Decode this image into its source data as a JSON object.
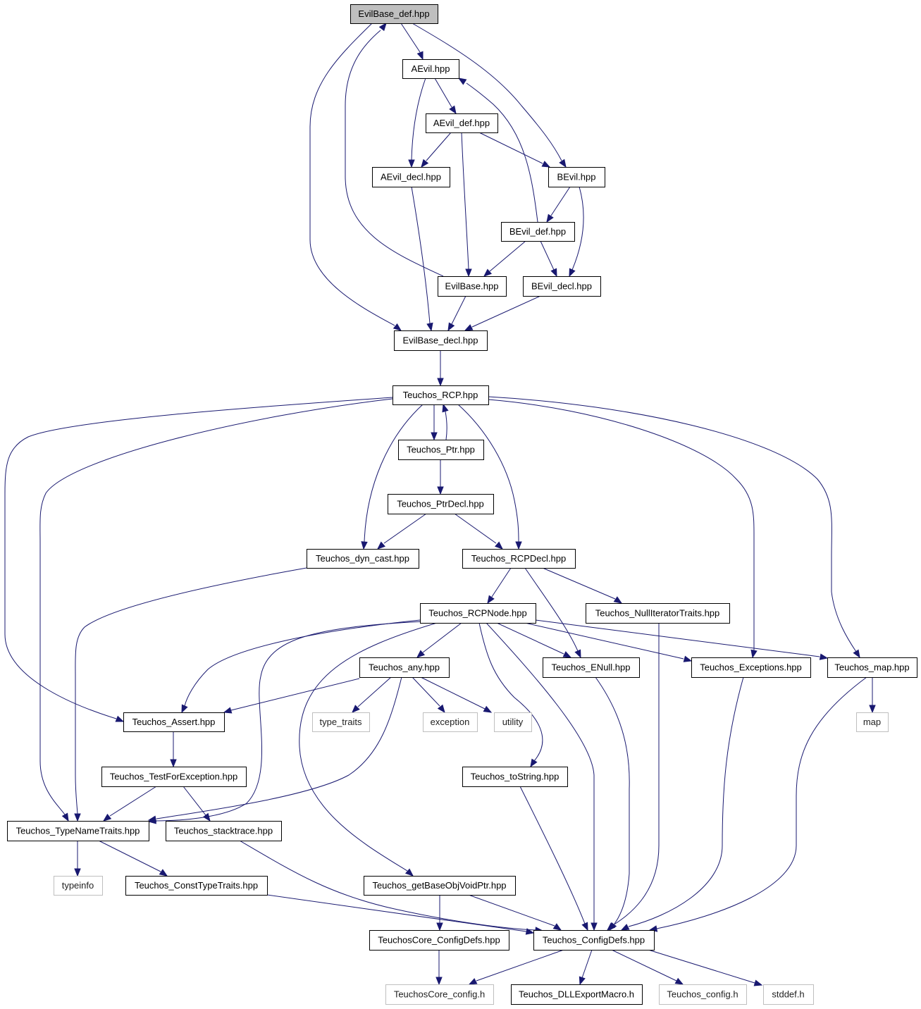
{
  "nodes": [
    {
      "id": "EvilBase_def.hpp",
      "label": "EvilBase_def.hpp",
      "style": "root"
    },
    {
      "id": "AEvil.hpp",
      "label": "AEvil.hpp",
      "style": "normal"
    },
    {
      "id": "AEvil_def.hpp",
      "label": "AEvil_def.hpp",
      "style": "normal"
    },
    {
      "id": "AEvil_decl.hpp",
      "label": "AEvil_decl.hpp",
      "style": "normal"
    },
    {
      "id": "BEvil.hpp",
      "label": "BEvil.hpp",
      "style": "normal"
    },
    {
      "id": "BEvil_def.hpp",
      "label": "BEvil_def.hpp",
      "style": "normal"
    },
    {
      "id": "EvilBase.hpp",
      "label": "EvilBase.hpp",
      "style": "normal"
    },
    {
      "id": "BEvil_decl.hpp",
      "label": "BEvil_decl.hpp",
      "style": "normal"
    },
    {
      "id": "EvilBase_decl.hpp",
      "label": "EvilBase_decl.hpp",
      "style": "normal"
    },
    {
      "id": "Teuchos_RCP.hpp",
      "label": "Teuchos_RCP.hpp",
      "style": "normal"
    },
    {
      "id": "Teuchos_Ptr.hpp",
      "label": "Teuchos_Ptr.hpp",
      "style": "normal"
    },
    {
      "id": "Teuchos_PtrDecl.hpp",
      "label": "Teuchos_PtrDecl.hpp",
      "style": "normal"
    },
    {
      "id": "Teuchos_dyn_cast.hpp",
      "label": "Teuchos_dyn_cast.hpp",
      "style": "normal"
    },
    {
      "id": "Teuchos_RCPDecl.hpp",
      "label": "Teuchos_RCPDecl.hpp",
      "style": "normal"
    },
    {
      "id": "Teuchos_RCPNode.hpp",
      "label": "Teuchos_RCPNode.hpp",
      "style": "normal"
    },
    {
      "id": "Teuchos_NullIteratorTraits.hpp",
      "label": "Teuchos_NullIteratorTraits.hpp",
      "style": "normal"
    },
    {
      "id": "Teuchos_any.hpp",
      "label": "Teuchos_any.hpp",
      "style": "normal"
    },
    {
      "id": "Teuchos_ENull.hpp",
      "label": "Teuchos_ENull.hpp",
      "style": "normal"
    },
    {
      "id": "Teuchos_Exceptions.hpp",
      "label": "Teuchos_Exceptions.hpp",
      "style": "normal"
    },
    {
      "id": "Teuchos_map.hpp",
      "label": "Teuchos_map.hpp",
      "style": "normal"
    },
    {
      "id": "Teuchos_Assert.hpp",
      "label": "Teuchos_Assert.hpp",
      "style": "normal"
    },
    {
      "id": "type_traits",
      "label": "type_traits",
      "style": "external"
    },
    {
      "id": "exception",
      "label": "exception",
      "style": "external"
    },
    {
      "id": "utility",
      "label": "utility",
      "style": "external"
    },
    {
      "id": "map",
      "label": "map",
      "style": "external"
    },
    {
      "id": "Teuchos_TestForException.hpp",
      "label": "Teuchos_TestForException.hpp",
      "style": "normal"
    },
    {
      "id": "Teuchos_toString.hpp",
      "label": "Teuchos_toString.hpp",
      "style": "normal"
    },
    {
      "id": "Teuchos_TypeNameTraits.hpp",
      "label": "Teuchos_TypeNameTraits.hpp",
      "style": "normal"
    },
    {
      "id": "Teuchos_stacktrace.hpp",
      "label": "Teuchos_stacktrace.hpp",
      "style": "normal"
    },
    {
      "id": "typeinfo",
      "label": "typeinfo",
      "style": "external"
    },
    {
      "id": "Teuchos_ConstTypeTraits.hpp",
      "label": "Teuchos_ConstTypeTraits.hpp",
      "style": "normal"
    },
    {
      "id": "Teuchos_getBaseObjVoidPtr.hpp",
      "label": "Teuchos_getBaseObjVoidPtr.hpp",
      "style": "normal"
    },
    {
      "id": "TeuchosCore_ConfigDefs.hpp",
      "label": "TeuchosCore_ConfigDefs.hpp",
      "style": "normal"
    },
    {
      "id": "Teuchos_ConfigDefs.hpp",
      "label": "Teuchos_ConfigDefs.hpp",
      "style": "normal"
    },
    {
      "id": "TeuchosCore_config.h",
      "label": "TeuchosCore_config.h",
      "style": "external"
    },
    {
      "id": "Teuchos_DLLExportMacro.h",
      "label": "Teuchos_DLLExportMacro.h",
      "style": "normal"
    },
    {
      "id": "Teuchos_config.h",
      "label": "Teuchos_config.h",
      "style": "external"
    },
    {
      "id": "stddef.h",
      "label": "stddef.h",
      "style": "external"
    }
  ],
  "edges": [
    {
      "from": "EvilBase_def.hpp",
      "to": "AEvil.hpp"
    },
    {
      "from": "EvilBase_def.hpp",
      "to": "BEvil.hpp"
    },
    {
      "from": "EvilBase_def.hpp",
      "to": "EvilBase_decl.hpp"
    },
    {
      "from": "AEvil.hpp",
      "to": "AEvil_def.hpp"
    },
    {
      "from": "AEvil.hpp",
      "to": "AEvil_decl.hpp"
    },
    {
      "from": "AEvil_def.hpp",
      "to": "AEvil_decl.hpp"
    },
    {
      "from": "AEvil_def.hpp",
      "to": "BEvil.hpp"
    },
    {
      "from": "AEvil_def.hpp",
      "to": "EvilBase.hpp"
    },
    {
      "from": "AEvil_decl.hpp",
      "to": "EvilBase_decl.hpp"
    },
    {
      "from": "BEvil.hpp",
      "to": "BEvil_def.hpp"
    },
    {
      "from": "BEvil.hpp",
      "to": "BEvil_decl.hpp"
    },
    {
      "from": "BEvil_def.hpp",
      "to": "AEvil.hpp"
    },
    {
      "from": "BEvil_def.hpp",
      "to": "EvilBase.hpp"
    },
    {
      "from": "BEvil_def.hpp",
      "to": "BEvil_decl.hpp"
    },
    {
      "from": "EvilBase.hpp",
      "to": "EvilBase_def.hpp"
    },
    {
      "from": "EvilBase.hpp",
      "to": "EvilBase_decl.hpp"
    },
    {
      "from": "BEvil_decl.hpp",
      "to": "EvilBase_decl.hpp"
    },
    {
      "from": "EvilBase_decl.hpp",
      "to": "Teuchos_RCP.hpp"
    },
    {
      "from": "Teuchos_RCP.hpp",
      "to": "Teuchos_Ptr.hpp"
    },
    {
      "from": "Teuchos_RCP.hpp",
      "to": "Teuchos_dyn_cast.hpp"
    },
    {
      "from": "Teuchos_RCP.hpp",
      "to": "Teuchos_RCPDecl.hpp"
    },
    {
      "from": "Teuchos_RCP.hpp",
      "to": "Teuchos_Exceptions.hpp"
    },
    {
      "from": "Teuchos_RCP.hpp",
      "to": "Teuchos_map.hpp"
    },
    {
      "from": "Teuchos_RCP.hpp",
      "to": "Teuchos_Assert.hpp"
    },
    {
      "from": "Teuchos_RCP.hpp",
      "to": "Teuchos_TypeNameTraits.hpp"
    },
    {
      "from": "Teuchos_Ptr.hpp",
      "to": "Teuchos_RCP.hpp"
    },
    {
      "from": "Teuchos_Ptr.hpp",
      "to": "Teuchos_PtrDecl.hpp"
    },
    {
      "from": "Teuchos_PtrDecl.hpp",
      "to": "Teuchos_dyn_cast.hpp"
    },
    {
      "from": "Teuchos_PtrDecl.hpp",
      "to": "Teuchos_RCPDecl.hpp"
    },
    {
      "from": "Teuchos_dyn_cast.hpp",
      "to": "Teuchos_TypeNameTraits.hpp"
    },
    {
      "from": "Teuchos_RCPDecl.hpp",
      "to": "Teuchos_RCPNode.hpp"
    },
    {
      "from": "Teuchos_RCPDecl.hpp",
      "to": "Teuchos_ENull.hpp"
    },
    {
      "from": "Teuchos_RCPDecl.hpp",
      "to": "Teuchos_NullIteratorTraits.hpp"
    },
    {
      "from": "Teuchos_RCPNode.hpp",
      "to": "Teuchos_any.hpp"
    },
    {
      "from": "Teuchos_RCPNode.hpp",
      "to": "Teuchos_ENull.hpp"
    },
    {
      "from": "Teuchos_RCPNode.hpp",
      "to": "Teuchos_Exceptions.hpp"
    },
    {
      "from": "Teuchos_RCPNode.hpp",
      "to": "Teuchos_map.hpp"
    },
    {
      "from": "Teuchos_RCPNode.hpp",
      "to": "Teuchos_Assert.hpp"
    },
    {
      "from": "Teuchos_RCPNode.hpp",
      "to": "Teuchos_TypeNameTraits.hpp"
    },
    {
      "from": "Teuchos_RCPNode.hpp",
      "to": "Teuchos_toString.hpp"
    },
    {
      "from": "Teuchos_RCPNode.hpp",
      "to": "Teuchos_getBaseObjVoidPtr.hpp"
    },
    {
      "from": "Teuchos_RCPNode.hpp",
      "to": "Teuchos_ConfigDefs.hpp"
    },
    {
      "from": "Teuchos_NullIteratorTraits.hpp",
      "to": "Teuchos_ConfigDefs.hpp"
    },
    {
      "from": "Teuchos_any.hpp",
      "to": "Teuchos_Assert.hpp"
    },
    {
      "from": "Teuchos_any.hpp",
      "to": "type_traits"
    },
    {
      "from": "Teuchos_any.hpp",
      "to": "exception"
    },
    {
      "from": "Teuchos_any.hpp",
      "to": "utility"
    },
    {
      "from": "Teuchos_any.hpp",
      "to": "Teuchos_TypeNameTraits.hpp"
    },
    {
      "from": "Teuchos_ENull.hpp",
      "to": "Teuchos_ConfigDefs.hpp"
    },
    {
      "from": "Teuchos_Exceptions.hpp",
      "to": "Teuchos_ConfigDefs.hpp"
    },
    {
      "from": "Teuchos_map.hpp",
      "to": "map"
    },
    {
      "from": "Teuchos_map.hpp",
      "to": "Teuchos_ConfigDefs.hpp"
    },
    {
      "from": "Teuchos_Assert.hpp",
      "to": "Teuchos_TestForException.hpp"
    },
    {
      "from": "Teuchos_TestForException.hpp",
      "to": "Teuchos_TypeNameTraits.hpp"
    },
    {
      "from": "Teuchos_TestForException.hpp",
      "to": "Teuchos_stacktrace.hpp"
    },
    {
      "from": "Teuchos_toString.hpp",
      "to": "Teuchos_ConfigDefs.hpp"
    },
    {
      "from": "Teuchos_TypeNameTraits.hpp",
      "to": "typeinfo"
    },
    {
      "from": "Teuchos_TypeNameTraits.hpp",
      "to": "Teuchos_ConstTypeTraits.hpp"
    },
    {
      "from": "Teuchos_stacktrace.hpp",
      "to": "Teuchos_ConfigDefs.hpp"
    },
    {
      "from": "Teuchos_ConstTypeTraits.hpp",
      "to": "Teuchos_ConfigDefs.hpp"
    },
    {
      "from": "Teuchos_getBaseObjVoidPtr.hpp",
      "to": "TeuchosCore_ConfigDefs.hpp"
    },
    {
      "from": "Teuchos_getBaseObjVoidPtr.hpp",
      "to": "Teuchos_ConfigDefs.hpp"
    },
    {
      "from": "TeuchosCore_ConfigDefs.hpp",
      "to": "TeuchosCore_config.h"
    },
    {
      "from": "Teuchos_ConfigDefs.hpp",
      "to": "TeuchosCore_config.h"
    },
    {
      "from": "Teuchos_ConfigDefs.hpp",
      "to": "Teuchos_DLLExportMacro.h"
    },
    {
      "from": "Teuchos_ConfigDefs.hpp",
      "to": "Teuchos_config.h"
    },
    {
      "from": "Teuchos_ConfigDefs.hpp",
      "to": "stddef.h"
    }
  ]
}
